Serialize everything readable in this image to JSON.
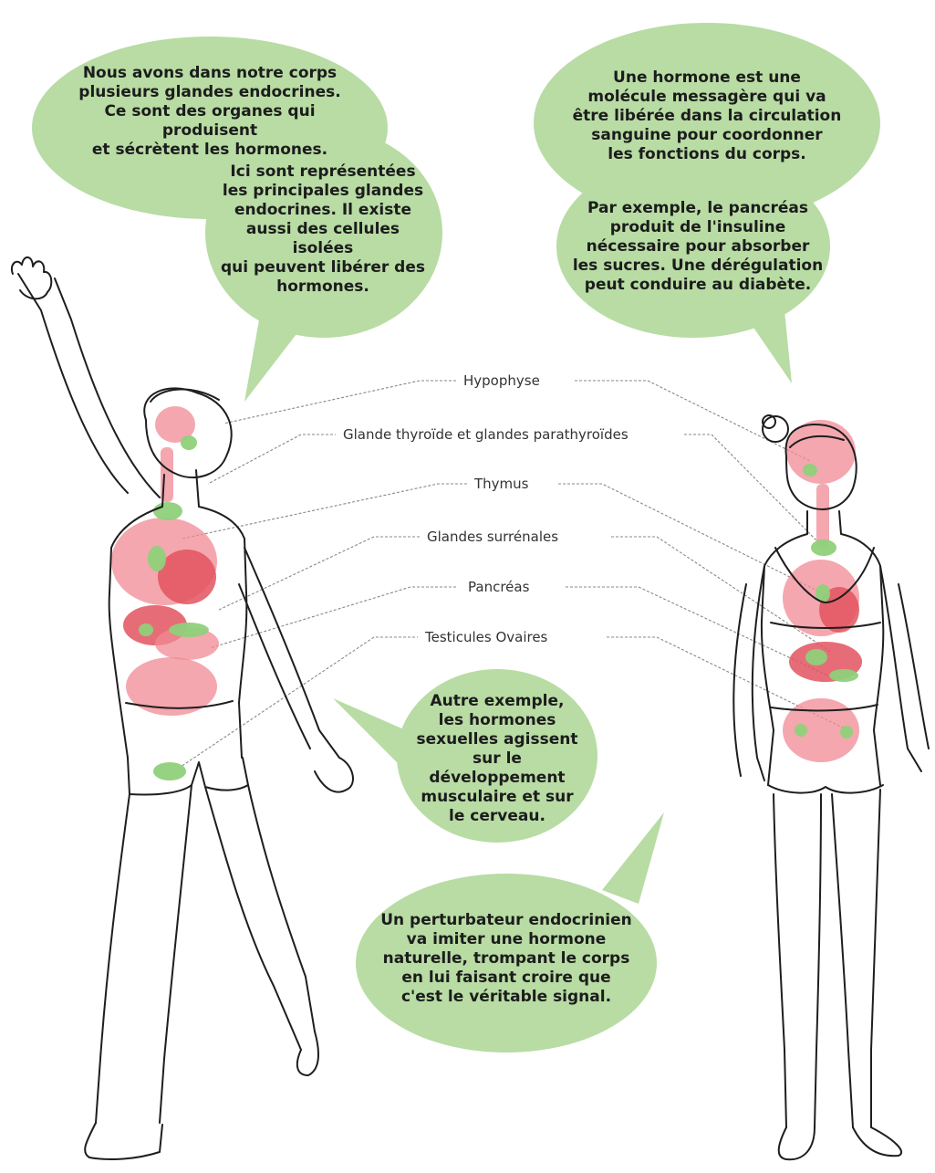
{
  "colors": {
    "bubble": "#b8dca4",
    "organ_red": "#e2545f",
    "organ_pink": "#f08a94",
    "gland_green": "#8fd07a",
    "ink": "#1e1e1e",
    "leader": "#888888"
  },
  "bubbles": {
    "intro": {
      "line1": "Nous avons dans notre corps\nplusieurs glandes endocrines.\nCe sont des organes qui produisent\net sécrètent les hormones.",
      "line2": "Ici sont représentées\nles principales glandes\nendocrines. Il existe\naussi des cellules isolées\nqui peuvent libérer des\nhormones."
    },
    "hormone": {
      "line1": "Une hormone est une\nmolécule messagère qui va\nêtre libérée dans la circulation\nsanguine pour coordonner\nles fonctions du corps.",
      "line2": "Par exemple, le pancréas\nproduit de l'insuline\nnécessaire pour absorber\nles sucres. Une dérégulation\npeut conduire au diabète."
    },
    "sexual": {
      "text": "Autre exemple,\nles hormones\nsexuelles agissent\nsur le développement\nmusculaire et sur\nle cerveau."
    },
    "disruptor": {
      "text": "Un perturbateur endocrinien\nva imiter une hormone\nnaturelle, trompant le corps\nen lui faisant croire que\nc'est le véritable signal."
    }
  },
  "glands": [
    {
      "label": "Hypophyse"
    },
    {
      "label": "Glande thyroïde et glandes parathyroïdes"
    },
    {
      "label": "Thymus"
    },
    {
      "label": "Glandes surrénales"
    },
    {
      "label": "Pancréas"
    },
    {
      "label": "Testicules   Ovaires"
    }
  ],
  "figures": {
    "male": {
      "icon": "male-figure-illustration"
    },
    "female": {
      "icon": "female-figure-illustration"
    }
  }
}
